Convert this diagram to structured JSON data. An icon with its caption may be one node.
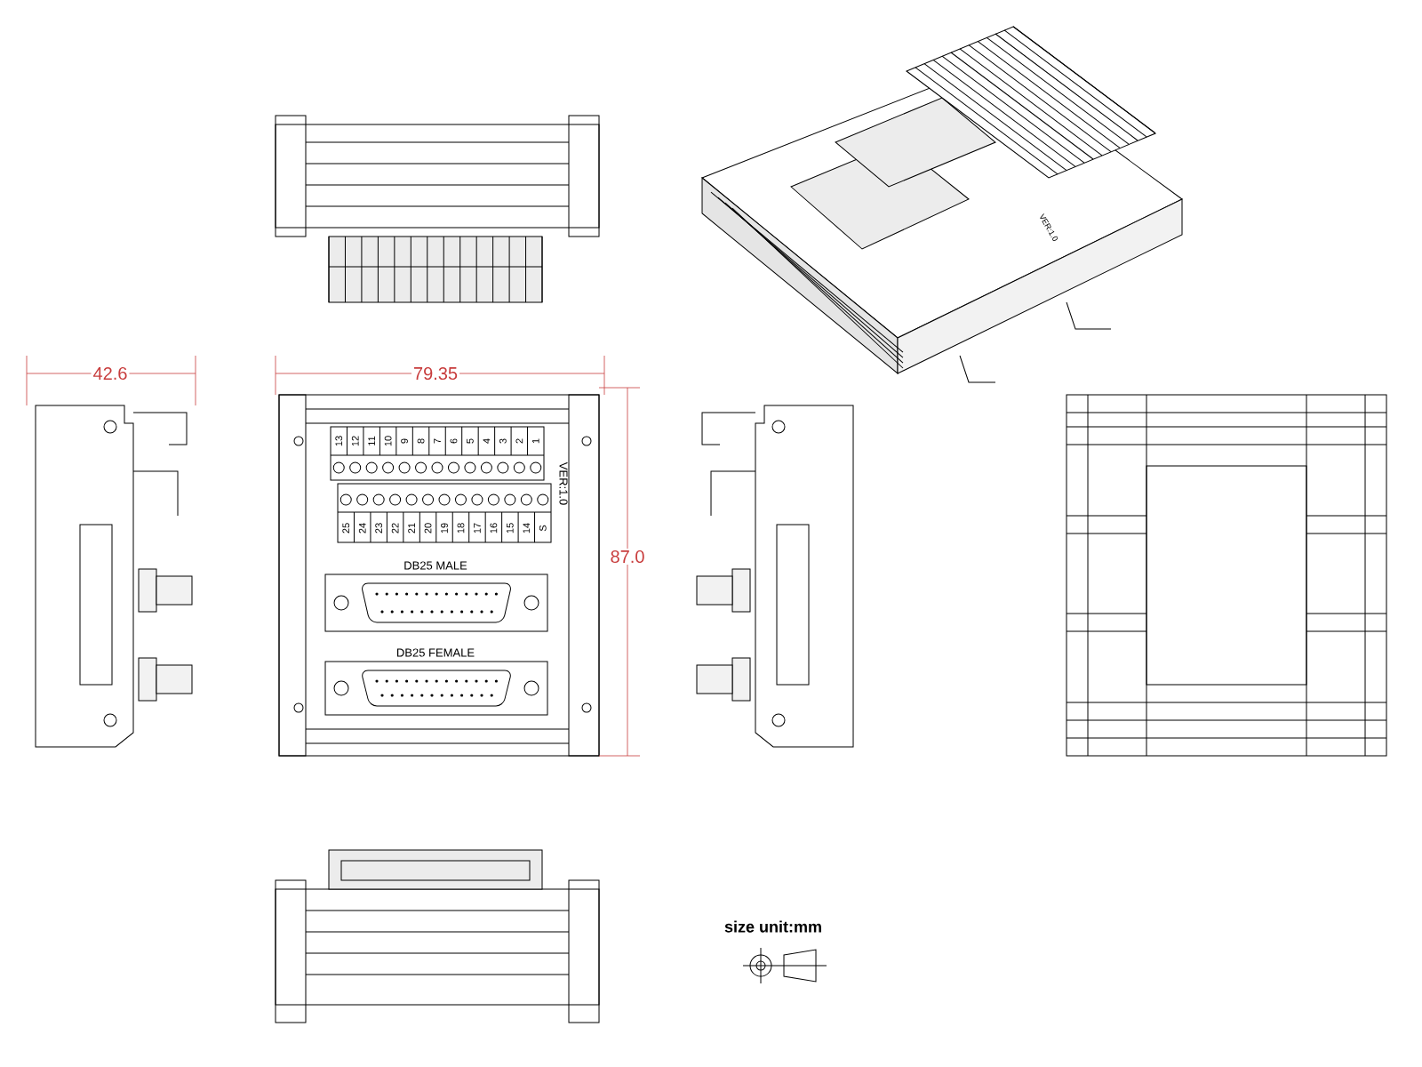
{
  "diagram": {
    "labels": [
      "VER:1.0",
      "42.6",
      "79.35",
      "13",
      "12",
      "11",
      "10",
      "9",
      "8",
      "7",
      "6",
      "5",
      "4",
      "3",
      "2",
      "1",
      "87.0",
      "25",
      "24",
      "23",
      "22",
      "21",
      "20",
      "19",
      "18",
      "17",
      "16",
      "15",
      "14",
      "S",
      "VER:1.0",
      "DB25 MALE",
      "DB25 FEMALE",
      "size unit:mm"
    ]
  }
}
